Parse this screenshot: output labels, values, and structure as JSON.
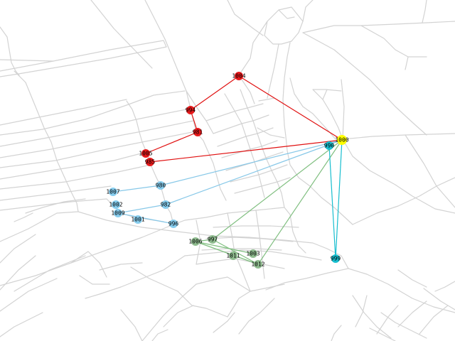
{
  "colors": {
    "background": "#ffffff",
    "street": "#d3d3d3",
    "red_group": "#e8191b",
    "red_edge": "#e01010",
    "blue_group": "#87cdee",
    "blue_edge": "#87c8e8",
    "green_group": "#8fbc8f",
    "green_edge": "#80bf80",
    "teal_group": "#17becf",
    "teal_edge": "#17becf",
    "hub": "#ffff00"
  },
  "graph": {
    "nodes": [
      {
        "id": "1004",
        "label": "1004",
        "group": "red"
      },
      {
        "id": "994",
        "label": "994",
        "group": "red"
      },
      {
        "id": "981",
        "label": "981",
        "group": "red"
      },
      {
        "id": "1005",
        "label": "1005",
        "group": "red"
      },
      {
        "id": "985",
        "label": "985",
        "group": "red"
      },
      {
        "id": "1000",
        "label": "1000",
        "group": "hub"
      },
      {
        "id": "990",
        "label": "990",
        "group": "teal"
      },
      {
        "id": "999",
        "label": "999",
        "group": "teal"
      },
      {
        "id": "980",
        "label": "980",
        "group": "blue"
      },
      {
        "id": "1007",
        "label": "1007",
        "group": "blue"
      },
      {
        "id": "982",
        "label": "982",
        "group": "blue"
      },
      {
        "id": "1002",
        "label": "1002",
        "group": "blue"
      },
      {
        "id": "1009",
        "label": "1009",
        "group": "blue"
      },
      {
        "id": "1001",
        "label": "1001",
        "group": "blue"
      },
      {
        "id": "996",
        "label": "996",
        "group": "blue"
      },
      {
        "id": "1006",
        "label": "1006",
        "group": "green"
      },
      {
        "id": "997",
        "label": "997",
        "group": "green"
      },
      {
        "id": "1011",
        "label": "1011",
        "group": "green"
      },
      {
        "id": "1003",
        "label": "1003",
        "group": "green"
      },
      {
        "id": "1012",
        "label": "1012",
        "group": "green"
      }
    ],
    "edges": [
      {
        "from": "1004",
        "to": "994",
        "group": "red"
      },
      {
        "from": "994",
        "to": "981",
        "group": "red"
      },
      {
        "from": "981",
        "to": "1005",
        "group": "red"
      },
      {
        "from": "1004",
        "to": "1000",
        "group": "red"
      },
      {
        "from": "985",
        "to": "1000",
        "group": "red"
      },
      {
        "from": "1000",
        "to": "980",
        "group": "blue"
      },
      {
        "from": "980",
        "to": "1007",
        "group": "blue"
      },
      {
        "from": "1000",
        "to": "982",
        "group": "blue"
      },
      {
        "from": "982",
        "to": "1009",
        "group": "blue"
      },
      {
        "from": "1009",
        "to": "996",
        "group": "blue"
      },
      {
        "from": "1000",
        "to": "997",
        "group": "green"
      },
      {
        "from": "1006",
        "to": "997",
        "group": "green"
      },
      {
        "from": "1006",
        "to": "1003",
        "group": "green"
      },
      {
        "from": "1006",
        "to": "1012",
        "group": "green"
      },
      {
        "from": "997",
        "to": "1012",
        "group": "green"
      },
      {
        "from": "1012",
        "to": "1000",
        "group": "green"
      },
      {
        "from": "1000",
        "to": "999",
        "group": "teal"
      },
      {
        "from": "990",
        "to": "999",
        "group": "teal"
      }
    ]
  }
}
